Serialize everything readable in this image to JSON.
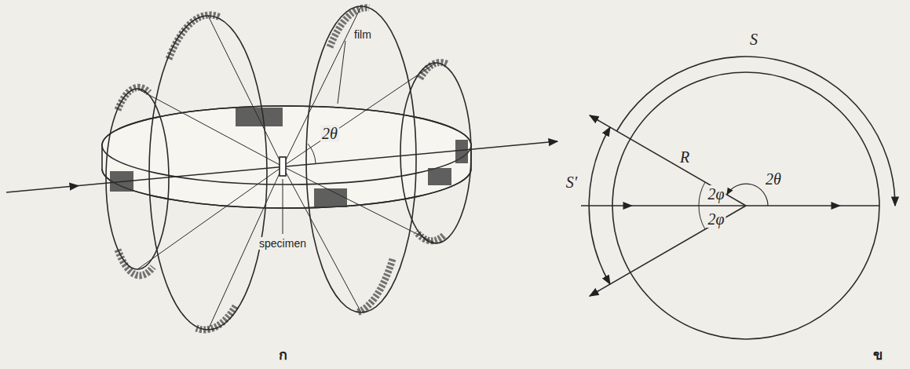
{
  "diagram": {
    "labels": [
      "film",
      "2θ",
      "specimen",
      "ก",
      "S",
      "R",
      "2φ",
      "2θ",
      "2φ",
      "S'",
      "ข"
    ]
  }
}
